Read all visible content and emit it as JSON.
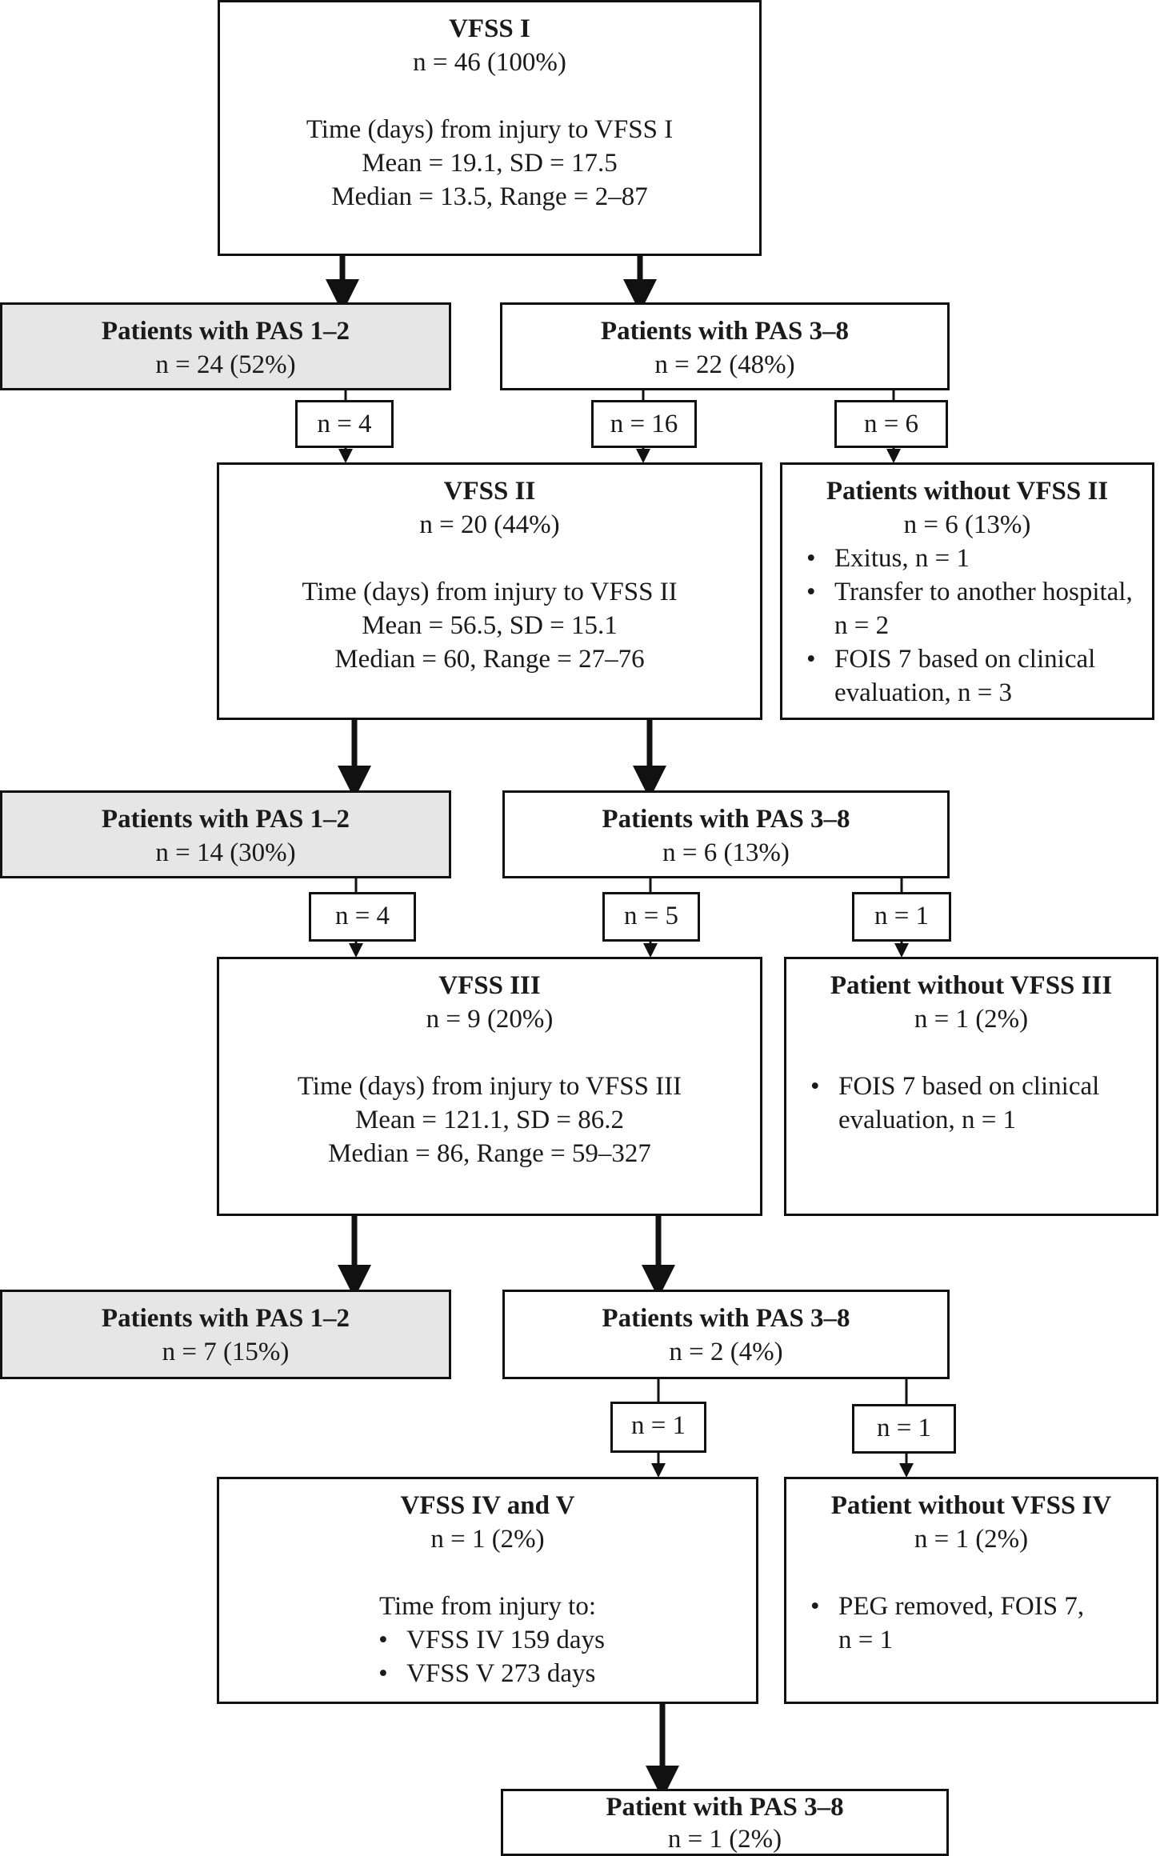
{
  "vfss1": {
    "title": "VFSS I",
    "n": "n = 46 (100%)",
    "time_label": "Time (days) from injury to VFSS I",
    "mean_sd": "Mean = 19.1, SD = 17.5",
    "median_range": "Median = 13.5, Range = 2–87"
  },
  "row1": {
    "pas12": {
      "title": "Patients with PAS 1–2",
      "n": "n = 24 (52%)"
    },
    "pas38": {
      "title": "Patients with PAS 3–8",
      "n": "n = 22 (48%)"
    },
    "branch_a": "n = 4",
    "branch_b": "n = 16",
    "branch_c": "n = 6"
  },
  "vfss2": {
    "title": "VFSS II",
    "n": "n = 20 (44%)",
    "time_label": "Time (days) from injury to VFSS II",
    "mean_sd": "Mean = 56.5, SD = 15.1",
    "median_range": "Median = 60, Range = 27–76"
  },
  "without2": {
    "title": "Patients without VFSS II",
    "n": "n = 6 (13%)",
    "items": [
      "Exitus, n = 1",
      "Transfer to another hospital, n = 2",
      "FOIS 7 based on clinical evaluation, n = 3"
    ]
  },
  "row2": {
    "pas12": {
      "title": "Patients with PAS 1–2",
      "n": "n = 14 (30%)"
    },
    "pas38": {
      "title": "Patients with PAS 3–8",
      "n": "n = 6 (13%)"
    },
    "branch_a": "n = 4",
    "branch_b": "n = 5",
    "branch_c": "n = 1"
  },
  "vfss3": {
    "title": "VFSS III",
    "n": "n = 9 (20%)",
    "time_label": "Time (days) from injury to VFSS III",
    "mean_sd": "Mean = 121.1, SD = 86.2",
    "median_range": "Median = 86, Range = 59–327"
  },
  "without3": {
    "title": "Patient without VFSS III",
    "n": "n = 1 (2%)",
    "items": [
      "FOIS 7 based on clinical evaluation, n = 1"
    ]
  },
  "row3": {
    "pas12": {
      "title": "Patients with PAS 1–2",
      "n": "n = 7 (15%)"
    },
    "pas38": {
      "title": "Patients with PAS 3–8",
      "n": "n = 2 (4%)"
    },
    "branch_b": "n = 1",
    "branch_c": "n = 1"
  },
  "vfss45": {
    "title": "VFSS IV and V",
    "n": "n = 1 (2%)",
    "time_label": "Time from injury to:",
    "items": [
      "VFSS IV 159 days",
      "VFSS V 273 days"
    ]
  },
  "without4": {
    "title": "Patient without VFSS IV",
    "n": "n = 1 (2%)",
    "items": [
      "PEG removed, FOIS 7, n = 1"
    ]
  },
  "final": {
    "title": "Patient with PAS 3–8",
    "n": "n = 1 (2%)"
  }
}
